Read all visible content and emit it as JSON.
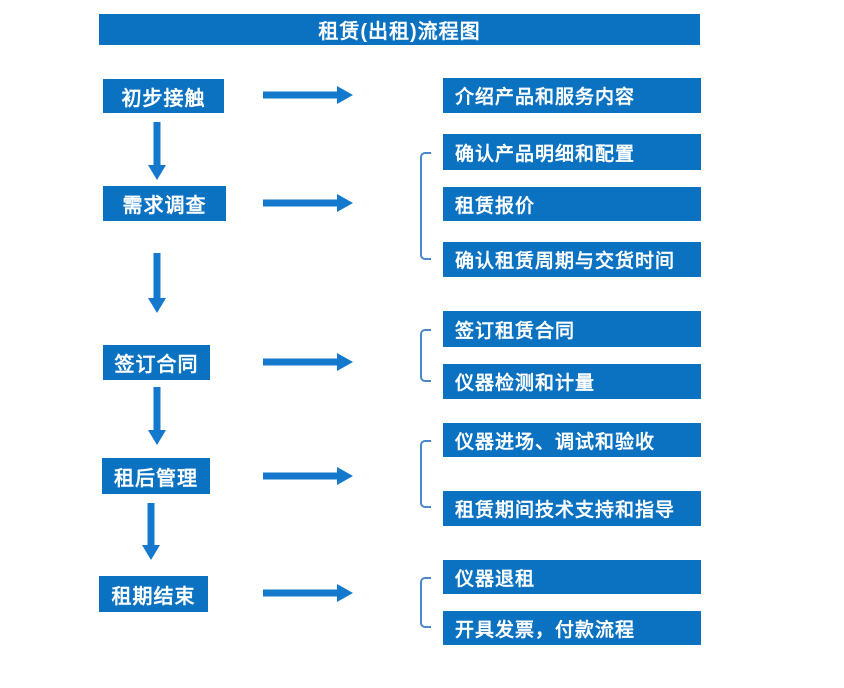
{
  "title": "租赁(出租)流程图",
  "colors": {
    "box_fill": "#0b72c2",
    "arrow": "#1478cd",
    "bracket": "#4b88ca",
    "box_text": "#ffffff",
    "background": "#ffffff"
  },
  "steps": [
    {
      "label": "初步接触",
      "outputs": [
        "介绍产品和服务内容"
      ]
    },
    {
      "label": "需求调查",
      "outputs": [
        "确认产品明细和配置",
        "租赁报价",
        "确认租赁周期与交货时间"
      ]
    },
    {
      "label": "签订合同",
      "outputs": [
        "签订租赁合同",
        "仪器检测和计量"
      ]
    },
    {
      "label": "租后管理",
      "outputs": [
        "仪器进场、调试和验收",
        "租赁期间技术支持和指导"
      ]
    },
    {
      "label": "租期结束",
      "outputs": [
        "仪器退租",
        "开具发票，付款流程"
      ]
    }
  ]
}
